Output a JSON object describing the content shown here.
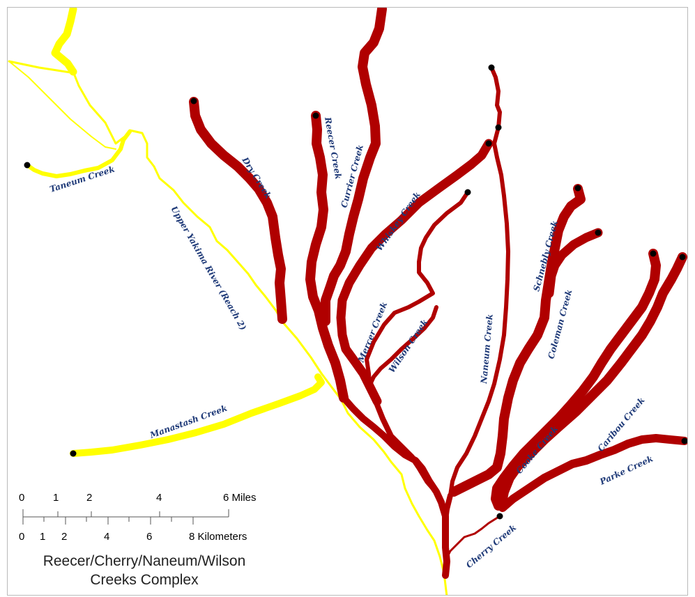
{
  "title": {
    "line1": "Reecer/Cherry/Naneum/Wilson",
    "line2": "Creeks Complex"
  },
  "scale_bar": {
    "miles": {
      "ticks": [
        "0",
        "1",
        "2",
        "4",
        "6 Miles"
      ]
    },
    "kilometers": {
      "ticks": [
        "0",
        "1",
        "2",
        "4",
        "6",
        "8 Kilometers"
      ]
    }
  },
  "streams": {
    "taneum": "Taneum Creek",
    "upper_yakima": "Upper Yakima River (Reach 2)",
    "dry": "Dry Creek",
    "reecer": "Reecer Creek",
    "currier": "Currier Creek",
    "whiskey": "Whiskey Creek",
    "mercer": "Mercer Creek",
    "wilson": "Wilson Creek",
    "naneum": "Naneum Creek",
    "schnebly": "Schnebly Creek",
    "coleman": "Coleman Creek",
    "manastash": "Manastash Creek",
    "cooke": "Cooke Creek",
    "caribou": "Caribou Creek",
    "parke": "Parke Creek",
    "cherry": "Cherry Creek"
  },
  "colors": {
    "complex_streams": "#b00000",
    "other_streams": "#ffff00",
    "labels": "#1f3a78",
    "stream_endpoints": "#000000"
  }
}
